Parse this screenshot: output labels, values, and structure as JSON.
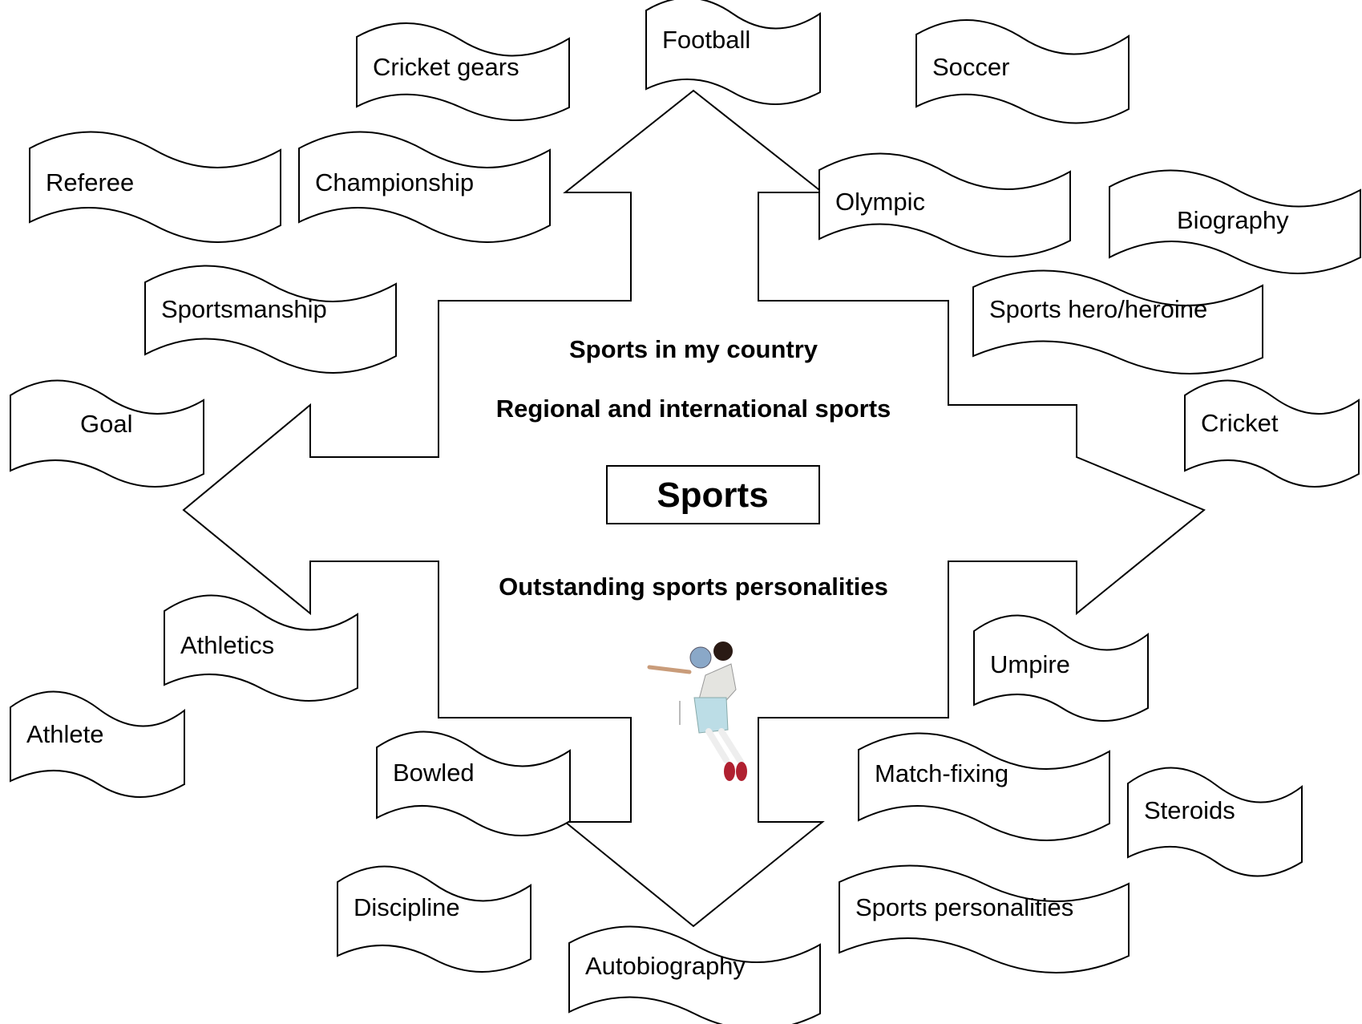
{
  "center": {
    "title": "Sports",
    "subtopics": [
      "Sports in my country",
      "Regional and international sports",
      "Outstanding sports personalities"
    ]
  },
  "flags": [
    "Cricket gears",
    "Football",
    "Soccer",
    "Referee",
    "Championship",
    "Olympic",
    "Biography",
    "Sportsmanship",
    "Sports hero/heroine",
    "Goal",
    "Cricket",
    "Athletics",
    "Umpire",
    "Athlete",
    "Bowled",
    "Match-fixing",
    "Steroids",
    "Discipline",
    "Sports personalities",
    "Autobiography"
  ],
  "images": {
    "player": "soccer-player-header-picture"
  },
  "colors": {
    "stroke": "#000000",
    "fill": "#ffffff"
  }
}
